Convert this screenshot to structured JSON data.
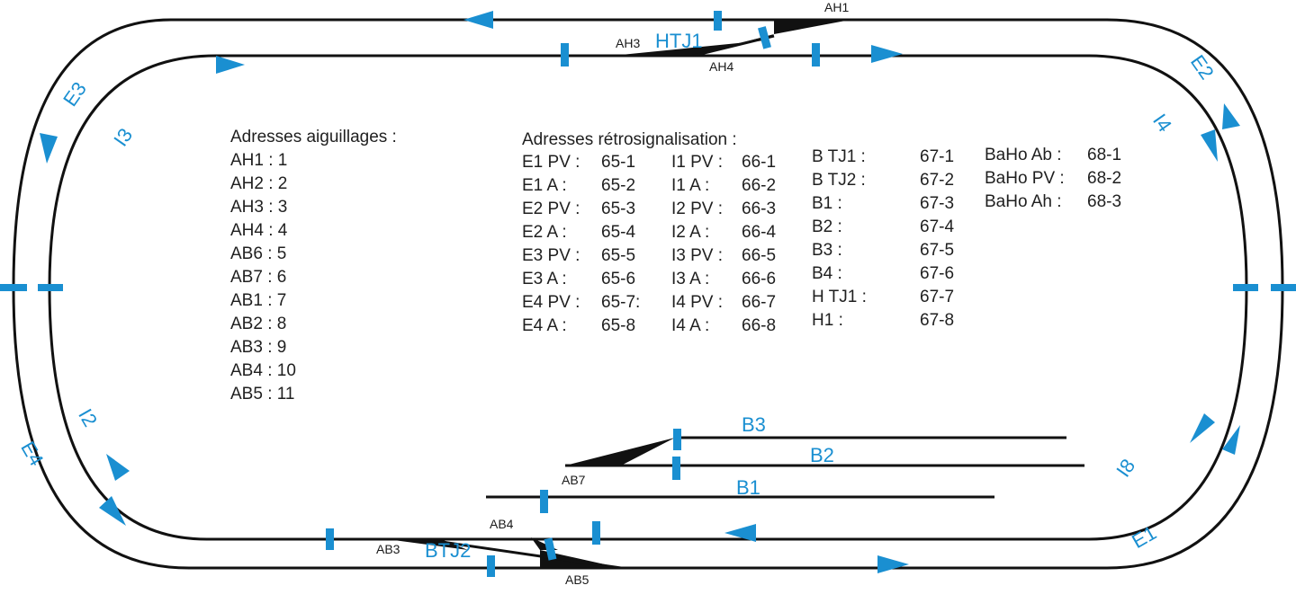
{
  "colors": {
    "track": "#111111",
    "accent": "#1a8fd1",
    "text": "#1f1f1f"
  },
  "track_labels": {
    "E1": "E1",
    "E2": "E2",
    "E3": "E3",
    "E4": "E4",
    "I2": "I2",
    "I3": "I3",
    "I4": "I4",
    "I8": "I8",
    "HTJ1": "HTJ1",
    "BTJ2": "BTJ2",
    "B1": "B1",
    "B2": "B2",
    "B3": "B3"
  },
  "switch_labels": {
    "AH1": "AH1",
    "AH3": "AH3",
    "AH4": "AH4",
    "AB3": "AB3",
    "AB4": "AB4",
    "AB5": "AB5",
    "AB7": "AB7"
  },
  "aiguillages": {
    "title": "Adresses aiguillages :",
    "items": [
      "AH1 : 1",
      "AH2 : 2",
      "AH3 : 3",
      "AH4 : 4",
      "AB6 : 5",
      "AB7 : 6",
      "AB1 : 7",
      "AB2 : 8",
      "AB3 : 9",
      "AB4 : 10",
      "AB5 : 11"
    ]
  },
  "retro": {
    "title": "Adresses rétrosignalisation :",
    "col1": [
      {
        "k": "E1 PV :",
        "v": "65-1"
      },
      {
        "k": "E1 A :",
        "v": "65-2"
      },
      {
        "k": "E2 PV :",
        "v": "65-3"
      },
      {
        "k": "E2 A :",
        "v": "65-4"
      },
      {
        "k": "E3 PV :",
        "v": "65-5"
      },
      {
        "k": "E3 A :",
        "v": "65-6"
      },
      {
        "k": "E4 PV :",
        "v": "65-7:"
      },
      {
        "k": "E4 A :",
        "v": "65-8"
      }
    ],
    "col2": [
      {
        "k": "I1 PV :",
        "v": "66-1"
      },
      {
        "k": "I1 A :",
        "v": "66-2"
      },
      {
        "k": "I2 PV :",
        "v": "66-3"
      },
      {
        "k": "I2 A :",
        "v": "66-4"
      },
      {
        "k": "I3 PV :",
        "v": "66-5"
      },
      {
        "k": "I3 A :",
        "v": "66-6"
      },
      {
        "k": "I4 PV :",
        "v": "66-7"
      },
      {
        "k": "I4 A :",
        "v": "66-8"
      }
    ],
    "col3": [
      {
        "k": "B TJ1 :",
        "v": "67-1"
      },
      {
        "k": "B TJ2 :",
        "v": "67-2"
      },
      {
        "k": "B1 :",
        "v": "67-3"
      },
      {
        "k": "B2 :",
        "v": "67-4"
      },
      {
        "k": "B3 :",
        "v": "67-5"
      },
      {
        "k": "B4 :",
        "v": "67-6"
      },
      {
        "k": "H TJ1 :",
        "v": "67-7"
      },
      {
        "k": "H1 :",
        "v": "67-8"
      }
    ],
    "col4": [
      {
        "k": "BaHo Ab :",
        "v": "68-1"
      },
      {
        "k": "BaHo PV :",
        "v": "68-2"
      },
      {
        "k": "BaHo Ah :",
        "v": "68-3"
      }
    ]
  }
}
